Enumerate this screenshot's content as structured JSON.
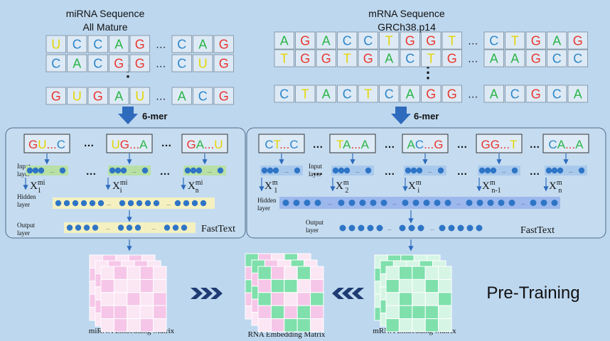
{
  "mirna_header": {
    "title": "miRNA Sequence",
    "subtitle": "All Mature"
  },
  "mrna_header": {
    "title": "mRNA Sequence",
    "subtitle": "GRCh38.p14"
  },
  "mirna_rows": [
    [
      "U",
      "C",
      "C",
      "A",
      "G",
      "…",
      "C",
      "A",
      "G"
    ],
    [
      "C",
      "A",
      "C",
      "G",
      "G",
      "…",
      "C",
      "U",
      "G"
    ],
    [
      "G",
      "U",
      "G",
      "A",
      "U",
      "…",
      "A",
      "C",
      "G"
    ]
  ],
  "mrna_rows": [
    [
      "A",
      "G",
      "A",
      "C",
      "C",
      "T",
      "G",
      "G",
      "T",
      "…",
      "C",
      "T",
      "G",
      "A",
      "G"
    ],
    [
      "T",
      "G",
      "G",
      "T",
      "G",
      "A",
      "C",
      "T",
      "G",
      "…",
      "A",
      "A",
      "G",
      "C",
      "C"
    ],
    [
      "C",
      "T",
      "A",
      "C",
      "T",
      "C",
      "A",
      "G",
      "G",
      "…",
      "A",
      "C",
      "G",
      "C",
      "A"
    ]
  ],
  "ellipsis_vertical": "⋮",
  "ellipsis": "…",
  "kmer_label": "6-mer",
  "mirna_kmers": [
    {
      "a": "GU",
      "b": "C"
    },
    {
      "a": "UG",
      "b": "A"
    },
    {
      "a": "GA",
      "b": "U"
    }
  ],
  "mrna_kmers": [
    {
      "a": "CT",
      "b": "C"
    },
    {
      "a": "TA",
      "b": "A"
    },
    {
      "a": "AC",
      "b": "G"
    },
    {
      "a": "GG",
      "b": "T"
    },
    {
      "a": "CA",
      "b": "A"
    }
  ],
  "layers": {
    "input_1": "Input",
    "input_2": "layer",
    "hidden_1": "Hidden",
    "hidden_2": "layer",
    "output_1": "Output",
    "output_2": "layer"
  },
  "mirna_x": [
    {
      "base": "X",
      "sup": "mi",
      "sub": "1"
    },
    {
      "base": "X",
      "sup": "mi",
      "sub": "i"
    },
    {
      "base": "X",
      "sup": "mi",
      "sub": "n"
    }
  ],
  "mrna_x": [
    {
      "base": "X",
      "sup": "m",
      "sub": "1"
    },
    {
      "base": "X",
      "sup": "m",
      "sub": "2"
    },
    {
      "base": "X",
      "sup": "m",
      "sub": "i"
    },
    {
      "base": "X",
      "sup": "m",
      "sub": "n-1"
    },
    {
      "base": "X",
      "sup": "m",
      "sub": "n"
    }
  ],
  "fasttext": "FastText",
  "matrices": {
    "mirna": "miRNA Embedding Matrix",
    "rna": "RNA Embedding Matrix",
    "mrna": "mRNA Embedding Matrix"
  },
  "stage_label": "Pre-Training",
  "colors": {
    "background": "#bdd7ee",
    "panel": "#c5dcf0",
    "nucleotide_box": "#ddeaf6",
    "kmer_box": "#deebf7",
    "node": "#2e75c6",
    "arrow": "#2e6bbd",
    "chevron": "#1f3b73",
    "pink": "#f6c6e8",
    "pink_light": "#fbe6f4",
    "green": "#7fe0ac",
    "green_light": "#d6f5e5",
    "A": "#2db54a",
    "C": "#2e86c9",
    "G": "#e8372f",
    "U": "#e6d400",
    "T": "#e6d400",
    "dots": "#e8372f"
  }
}
